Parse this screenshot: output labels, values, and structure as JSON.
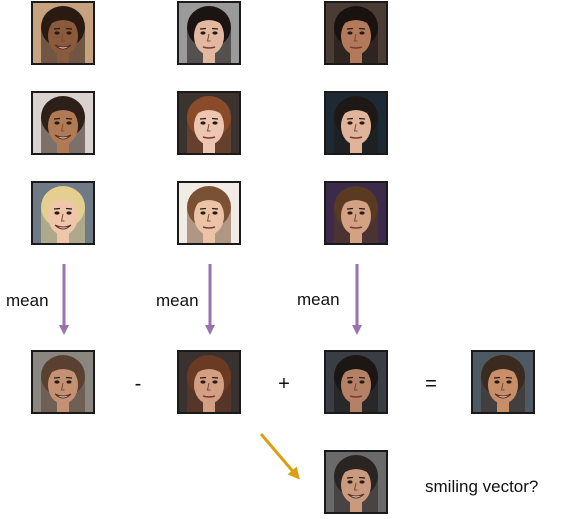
{
  "labels": {
    "mean_1": "mean",
    "mean_2": "mean",
    "mean_3": "mean",
    "question": "smiling vector?"
  },
  "operators": {
    "minus": "-",
    "plus": "+",
    "equals": "="
  },
  "colors": {
    "mean_arrow": "#9b72b0",
    "result_arrow": "#dba011",
    "frame": "#1a1a1a"
  },
  "faces": [
    {
      "id": "col1-row1",
      "skin": "#8a5a3c",
      "hair": "#2a1a12",
      "bg": "#c7a27e",
      "smile": true
    },
    {
      "id": "col2-row1",
      "skin": "#e2b9a0",
      "hair": "#1b1413",
      "bg": "#9a9a9a",
      "smile": false
    },
    {
      "id": "col3-row1",
      "skin": "#b27a5a",
      "hair": "#1a1210",
      "bg": "#4a3c34",
      "smile": false
    },
    {
      "id": "col1-row2",
      "skin": "#b07a55",
      "hair": "#2e2018",
      "bg": "#d9d2cf",
      "smile": true
    },
    {
      "id": "col2-row2",
      "skin": "#ecc6b0",
      "hair": "#8a4b2a",
      "bg": "#3b3330",
      "smile": false
    },
    {
      "id": "col3-row2",
      "skin": "#e0b49a",
      "hair": "#1e1916",
      "bg": "#1e2a33",
      "smile": false
    },
    {
      "id": "col1-row3",
      "skin": "#f0c6ab",
      "hair": "#e5cf90",
      "bg": "#6e7a86",
      "smile": true
    },
    {
      "id": "col2-row3",
      "skin": "#ebc4a8",
      "hair": "#7a5233",
      "bg": "#f2ece6",
      "smile": false
    },
    {
      "id": "col3-row3",
      "skin": "#d3a184",
      "hair": "#5a3a22",
      "bg": "#3b2a4a",
      "smile": false
    },
    {
      "id": "mean-1",
      "skin": "#c49272",
      "hair": "#5a4030",
      "bg": "#8a8680",
      "smile": true
    },
    {
      "id": "mean-2",
      "skin": "#d39f82",
      "hair": "#6b3a22",
      "bg": "#3a3230",
      "smile": false
    },
    {
      "id": "mean-3",
      "skin": "#b48066",
      "hair": "#1c1614",
      "bg": "#3a3e44",
      "smile": false
    },
    {
      "id": "result",
      "skin": "#c78e68",
      "hair": "#3a2a20",
      "bg": "#4d5a63",
      "smile": true
    },
    {
      "id": "smiling-vector",
      "skin": "#c99a7e",
      "hair": "#2a2422",
      "bg": "#6a6a6a",
      "smile": true
    }
  ]
}
